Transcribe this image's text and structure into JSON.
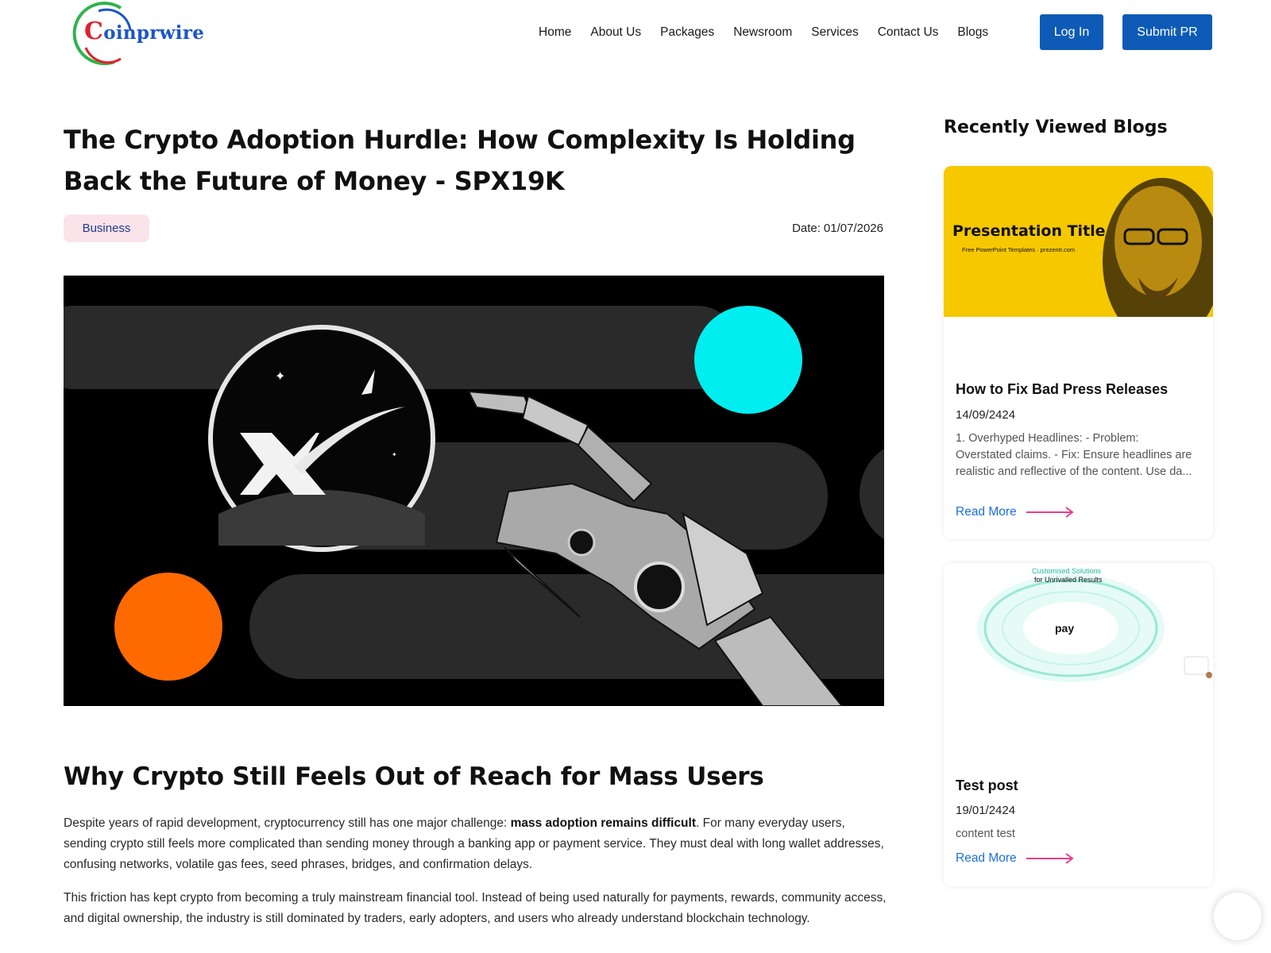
{
  "header": {
    "logo_first_letter": "C",
    "logo_rest": "oinprwire",
    "nav": [
      "Home",
      "About Us",
      "Packages",
      "Newsroom",
      "Services",
      "Contact Us",
      "Blogs"
    ],
    "login_label": "Log In",
    "submit_label": "Submit PR"
  },
  "article": {
    "title": "The Crypto Adoption Hurdle: How Complexity Is Holding Back the Future of Money - SPX19K",
    "category": "Business",
    "date_label": "Date:",
    "date_value": "01/07/2026",
    "subheading": "Why Crypto Still Feels Out of Reach for Mass Users",
    "para1_before": "Despite years of rapid development, cryptocurrency still has one major challenge: ",
    "para1_bold": "mass adoption remains difficult",
    "para1_after": ". For many everyday users, sending crypto still feels more complicated than sending money through a banking app or payment service. They must deal with long wallet addresses, confusing networks, volatile gas fees, seed phrases, bridges, and confirmation delays.",
    "para2": "This friction has kept crypto from becoming a truly mainstream financial tool. Instead of being used naturally for payments, rewards, community access, and digital ownership, the industry is still dominated by traders, early adopters, and users who already understand blockchain technology."
  },
  "sidebar": {
    "title": "Recently Viewed Blogs",
    "cards": [
      {
        "image_title": "Presentation Title",
        "image_subtitle": "Free PowerPoint Templates · prezentr.com",
        "title": "How to Fix Bad Press Releases",
        "date": "14/09/2424",
        "desc": "1. Overhyped Headlines:   - Problem: Overstated claims.   - Fix: Ensure headlines are realistic and reflective of the content. Use da...",
        "link": "Read More"
      },
      {
        "image_title": "Customised Solutions",
        "image_title2": "for Unrivalled Results",
        "image_center": "pay",
        "title": "Test post",
        "date": "19/01/2424",
        "desc": "content test",
        "link": "Read More"
      }
    ]
  },
  "colors": {
    "primary_button": "#0d5bb6",
    "category_bg": "#fbe3ea",
    "link": "#1c6fd6",
    "arrow": "#e83e8c",
    "hero_cyan": "#00eef0",
    "hero_orange": "#ff6a00"
  },
  "icons": [
    "coinprwire-logo",
    "arrow-right-icon",
    "chat-icon"
  ]
}
